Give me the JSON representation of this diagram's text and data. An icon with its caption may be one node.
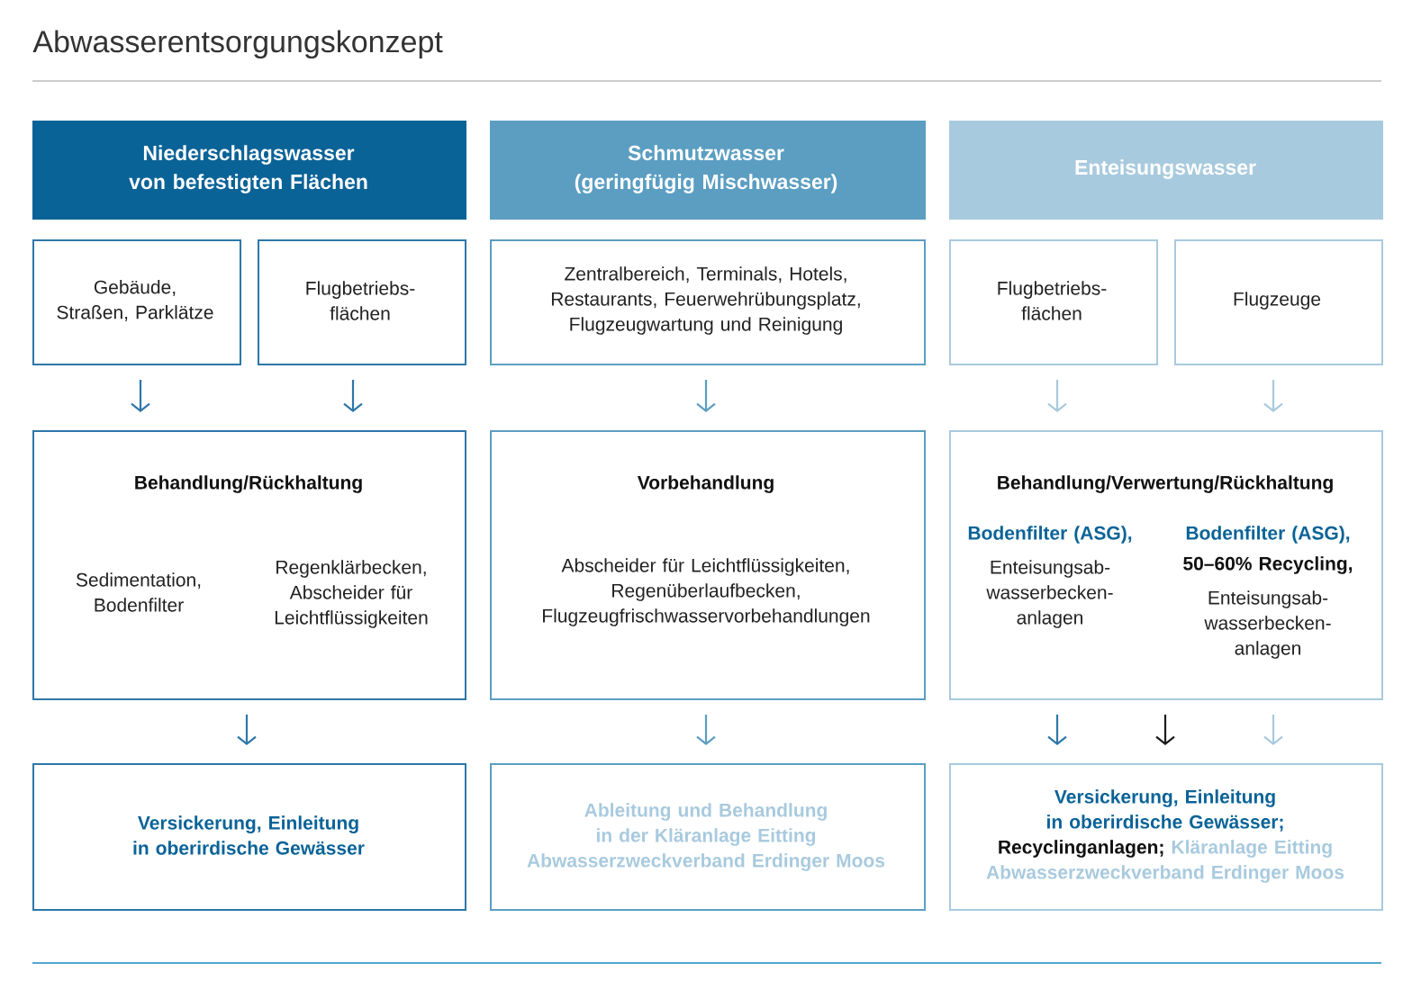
{
  "diagram": {
    "title": "Abwasserentsorgungskonzept",
    "nodes": [
      {
        "text": [
          "Niederschlagswasser von befestigten Flächen"
        ]
      },
      {
        "text": [
          "Schmutzwasser (geringfügig Mischwasser)"
        ]
      },
      {
        "text": [
          "Enteisungswasser"
        ]
      },
      {
        "text": [
          "Gebäude, Straßen, Parklätze"
        ]
      },
      {
        "text": [
          "Flugbetriebs- flächen"
        ]
      },
      {
        "text": [
          "Zentralbereich, Terminals, Hotels, Restaurants, Feuerwehrübungsplatz, Flugzeugwartung und Reinigung"
        ]
      },
      {
        "text": [
          "Flugbetriebs- flächen"
        ]
      },
      {
        "text": [
          "Flugzeuge"
        ]
      },
      {
        "text": [
          "Behandlung/Rückhaltung",
          "Sedimentation, Bodenfilter",
          "Regenklärbecken, Abscheider für Leichtflüssigkeiten"
        ]
      },
      {
        "text": [
          "Vorbehandlung",
          "Abscheider für Leichtflüssigkeiten, Regenüberlaufbecken, Flugzeugfrischwasservorbehandlungen"
        ]
      },
      {
        "text": [
          "Behandlung/Verwertung/Rückhaltung",
          "Bodenfilter (ASG),",
          "Enteisungsab- wasserbecken- anlagen",
          "Bodenfilter (ASG),",
          "50–60% Recycling,",
          "Enteisungsab- wasserbecken- anlagen"
        ]
      },
      {
        "text": [
          "Versickerung, Einleitung in oberirdische Gewässer"
        ]
      },
      {
        "text": [
          "Ableitung und Behandlung in der Kläranlage Eitting Abwasserzweckverband Erdinger Moos"
        ]
      },
      {
        "text": [
          "Versickerung, Einleitung in oberirdische Gewässer;",
          "Recyclinganlagen;",
          "Kläranlage Eitting Abwasserzweckverband Erdinger Moos"
        ]
      }
    ],
    "edges": [
      {
        "from": 3,
        "to": 8,
        "arrow": "to"
      },
      {
        "from": 4,
        "to": 8,
        "arrow": "to"
      },
      {
        "from": 5,
        "to": 9,
        "arrow": "to",
        "color": "#5b9ec2"
      },
      {
        "from": 6,
        "to": 10,
        "arrow": "to",
        "color": "#a8cade"
      },
      {
        "from": 7,
        "to": 10,
        "arrow": "to",
        "color": "#a8cade"
      },
      {
        "from": 8,
        "to": 11,
        "arrow": "to"
      },
      {
        "from": 9,
        "to": 12,
        "arrow": "to",
        "color": "#5b9ec2"
      },
      {
        "from": 10,
        "to": 13,
        "arrow": "to"
      },
      {
        "from": 10,
        "to": 13,
        "arrow": "to",
        "color": "#1a1a1a"
      },
      {
        "from": 10,
        "to": 13,
        "arrow": "to",
        "color": "#a8cade"
      }
    ]
  }
}
